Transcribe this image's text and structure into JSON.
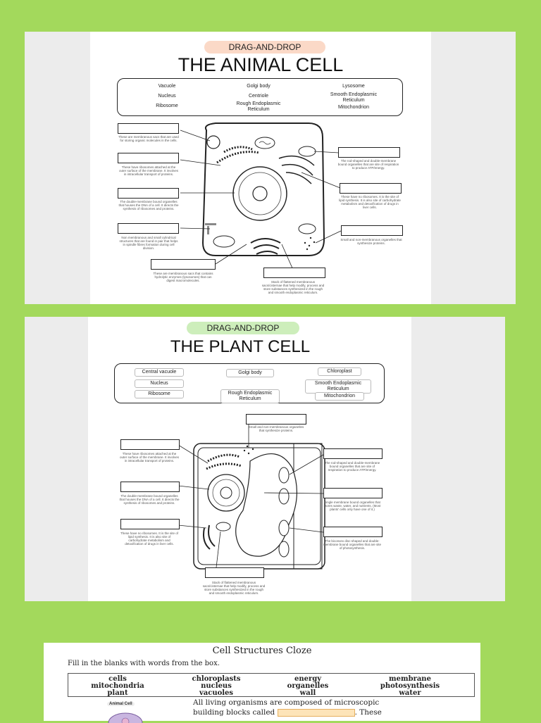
{
  "animal": {
    "header": "DRAG-AND-DROP",
    "title": "THE ANIMAL CELL",
    "header_color": "#fbd9c7",
    "words": [
      [
        "Vacuole",
        "Golgi body",
        "Lysosome"
      ],
      [
        "Nucleus",
        "Centriole",
        "Smooth Endoplasmic Reticulum"
      ],
      [
        "Ribosome",
        "Rough Endoplasmic Reticulum",
        "Mitochondrion"
      ]
    ],
    "descriptions": {
      "vacuole": "These are membranous sacs that are used for storing organic molecules in the cells.",
      "rough_er": "These have ribosomes attached at the outer surface of the membrane. It involves in intracellular transport of proteins.",
      "nucleus": "The double-membrane bound organelles that houses the DNA of a cell. It directs the synthesis of ribosomes and proteins.",
      "centriole": "Non membranous and small cylindrical structures that are found in pair that helps in spindle fibres formation during cell division.",
      "lysosome": "These are membranous sacs that contains hydrolytic enzymes (lysosomes) that can digest macromolecules.",
      "golgi": "Stack of flattened membranous sacs/cisternae that help modify, process and store substances synthesized in the rough and smooth endoplasmic reticulum.",
      "mitochondria": "The rod-shaped and double-membrane bound organelles that are site of respiration to produce ATP/energy.",
      "smooth_er": "These have no ribosomes. It is the site of lipid synthesis. It is also site of carbohydrate metabolism and detoxification of drugs in liver cells.",
      "ribosome": "Small and non-membranous organelles that synthesize proteins."
    }
  },
  "plant": {
    "header": "DRAG-AND-DROP",
    "title": "THE PLANT CELL",
    "header_color": "#cdeebb",
    "words": [
      [
        "Central vacuole",
        "Golgi body",
        "Chloroplast"
      ],
      [
        "Nucleus",
        "",
        "Smooth Endoplasmic Reticulum"
      ],
      [
        "Ribosome",
        "Rough Endoplasmic Reticulum",
        "Mitochondrion"
      ]
    ],
    "descriptions": {
      "ribosome": "Small and non-membranous organelles that synthesize proteins.",
      "rough_er": "These have ribosomes attached at the outer surface of the membrane. It involves in intracellular transport of proteins.",
      "nucleus": "The double-membrane bound organelles that houses the DNA of a cell. It directs the synthesis of ribosomes and proteins.",
      "smooth_er": "These have no ribosomes. It is the site of lipid synthesis. It is also site of carbohydrate metabolism and detoxification of drugs in liver cells.",
      "golgi": "Stack of flattened membranous sacs/cisternae that help modify, process and store substances synthesized in the rough and smooth endoplasmic reticulum.",
      "mitochondria": "The rod-shaped and double-membrane bound organelles that are site of respiration to produce ATP/energy.",
      "vacuole": "Single membrane bound organelles that stores waste, water, and nutrients. (Most plants' cells only have one of it.)",
      "chloroplast": "The biconvex disc-shaped and double-membrane bound organelles that are site of photosynthesis."
    }
  },
  "cloze": {
    "title": "Cell Structures Cloze",
    "instruction": "Fill in the blanks with words from the box.",
    "columns": [
      [
        "cells",
        "mitochondria",
        "plant"
      ],
      [
        "chloroplasts",
        "nucleus",
        "vacuoles"
      ],
      [
        "energy",
        "organelles",
        "wall"
      ],
      [
        "membrane",
        "photosynthesis",
        "water"
      ]
    ],
    "thumb_label": "Animal Cell",
    "line1": "All living organisms are composed of microscopic",
    "line2_pre": "building blocks called",
    "line2_post": ". These"
  }
}
